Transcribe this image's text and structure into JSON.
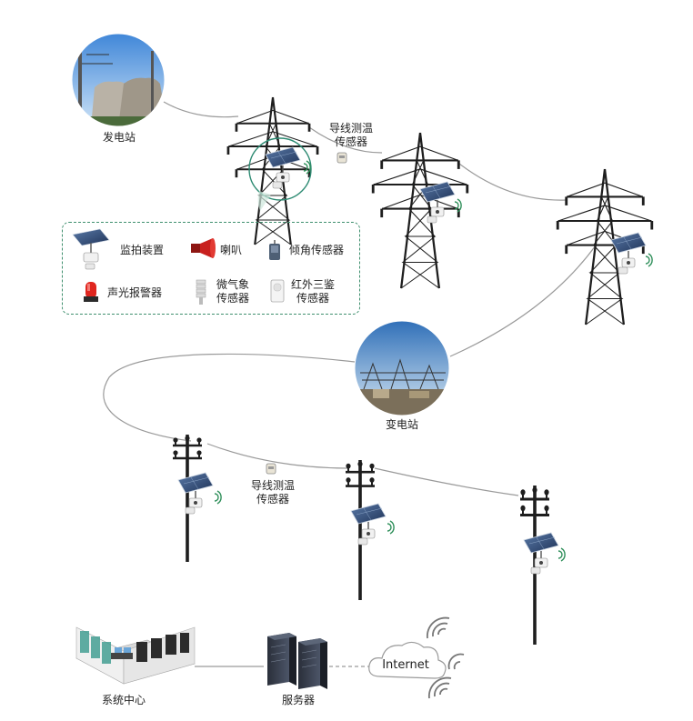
{
  "nodes": {
    "power_plant": "发电站",
    "substation": "变电站",
    "control_center": "系统中心",
    "server": "服务器",
    "internet": "Internet",
    "wire_temp_sensor_1": [
      "导线测温",
      "传感器"
    ],
    "wire_temp_sensor_2": [
      "导线测温",
      "传感器"
    ]
  },
  "legend": {
    "monitor_device": "监拍装置",
    "speaker": "喇叭",
    "tilt_sensor": "倾角传感器",
    "alarm": "声光报警器",
    "weather_sensor": [
      "微气象",
      "传感器"
    ],
    "infrared_sensor": [
      "红外三鉴",
      "传感器"
    ]
  },
  "colors": {
    "legend_border": "#3f8f6e",
    "highlight_ring": "#2e8b73",
    "line": "#999999",
    "tower": "#1e1e1e",
    "speaker_red": "#c8201e"
  }
}
